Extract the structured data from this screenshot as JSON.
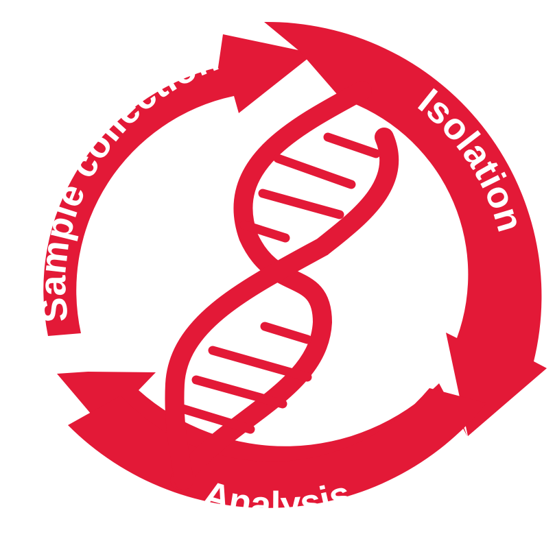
{
  "diagram": {
    "type": "cycle",
    "steps": [
      {
        "label": "Sample collection"
      },
      {
        "label": "Isolation"
      },
      {
        "label": "Analysis"
      }
    ],
    "center_icon": "dna-double-helix-icon",
    "colors": {
      "accent": "#e31937",
      "background": "#ffffff",
      "label_text": "#ffffff"
    }
  }
}
